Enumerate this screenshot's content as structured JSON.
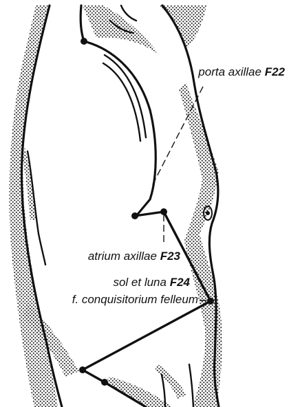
{
  "labels": {
    "porta": {
      "name": "porta axillae",
      "code": "F22"
    },
    "atrium": {
      "name": "atrium axillae",
      "code": "F23"
    },
    "sol": {
      "name": "sol et luna",
      "code": "F24"
    },
    "felleum": {
      "name": "f. conquisitorium felleum"
    }
  },
  "colors": {
    "ink": "#111111",
    "stipple": "#1a1a1a",
    "paper": "#ffffff"
  }
}
